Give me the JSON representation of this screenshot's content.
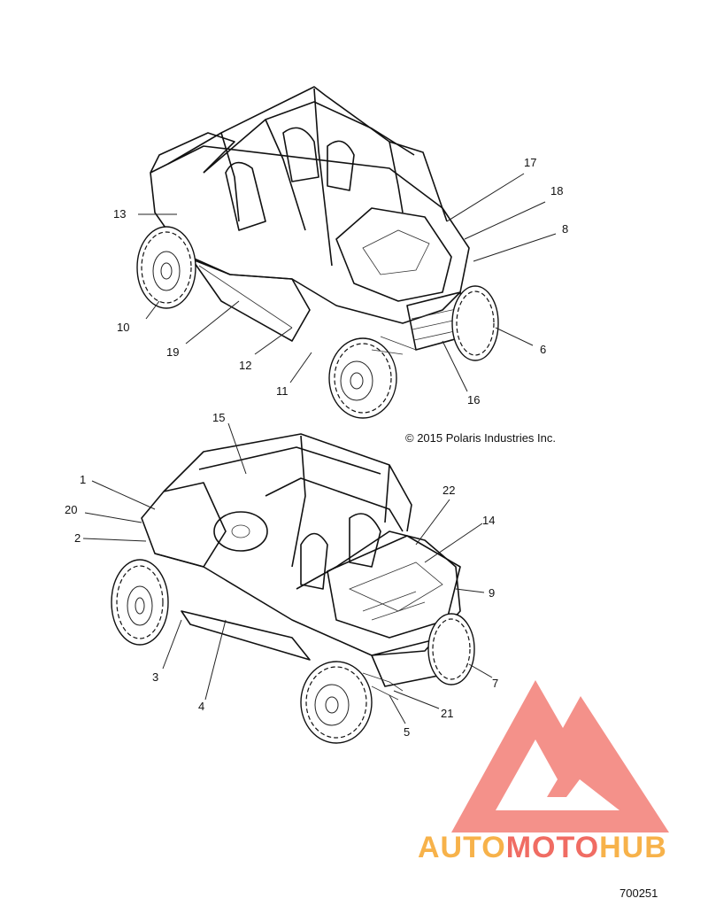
{
  "copyright": "© 2015 Polaris Industries Inc.",
  "document_number": "700251",
  "watermark": {
    "part1": "AUTO",
    "part2": "MOTO",
    "part3": "HUB",
    "mark_color": "#f06c63",
    "accent_color": "#f7b24a"
  },
  "top_view_callouts": [
    "17",
    "18",
    "8",
    "13",
    "10",
    "19",
    "12",
    "11",
    "16",
    "6"
  ],
  "bottom_view_callouts": [
    "15",
    "1",
    "20",
    "2",
    "22",
    "14",
    "9",
    "3",
    "4",
    "21",
    "5",
    "7"
  ]
}
